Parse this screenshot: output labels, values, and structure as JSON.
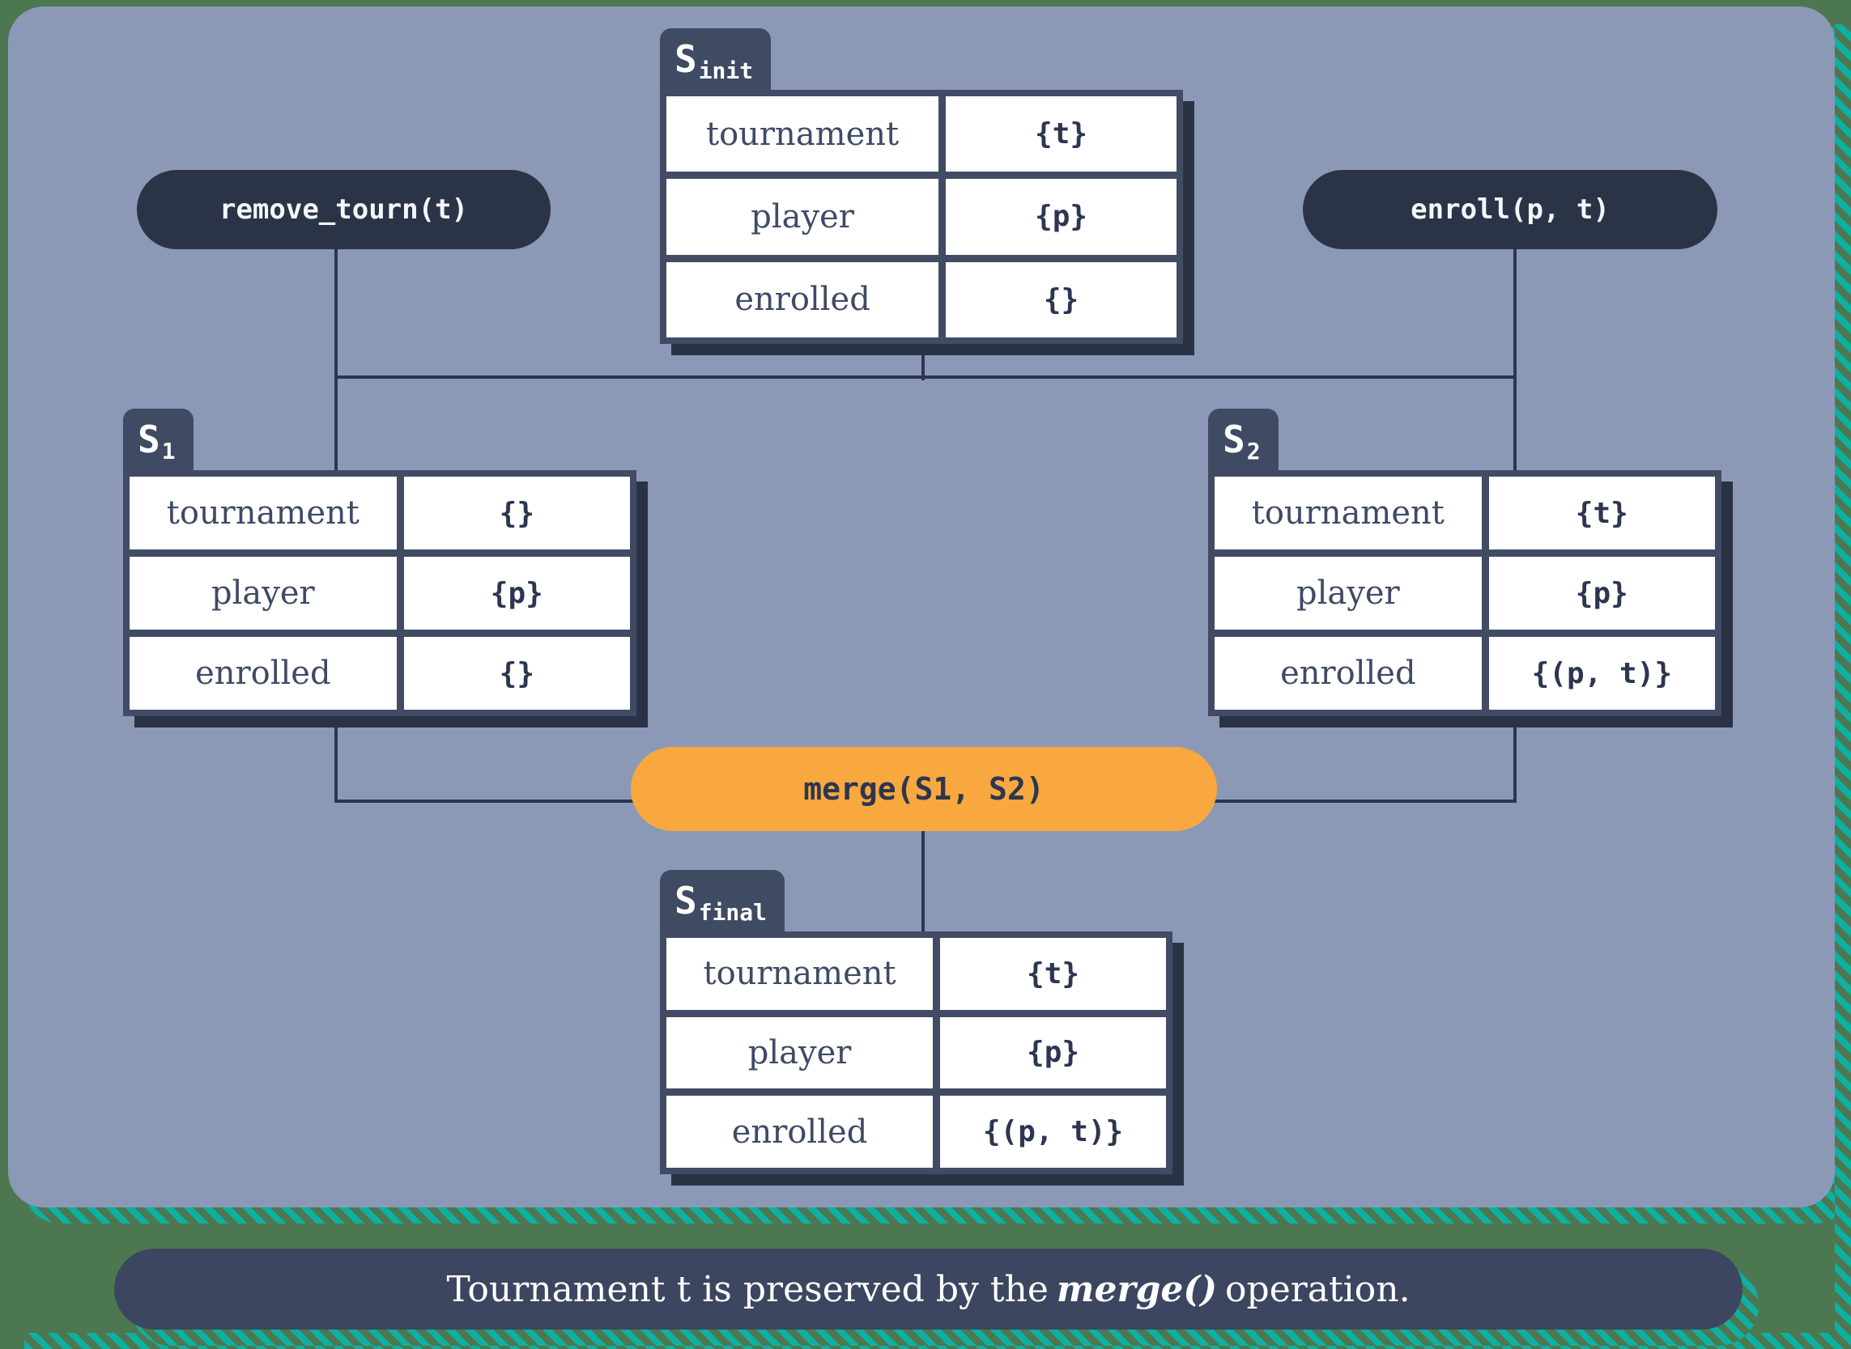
{
  "colors": {
    "backdrop_green": "#4d7751",
    "stripe_teal": "#0db1a2",
    "panel_blue_gray": "#8b99b7",
    "dark_slate": "#2b3447",
    "table_frame": "#414b64",
    "tab_slate": "#3f4a63",
    "accent_orange": "#f8a83e",
    "cell_white": "#ffffff",
    "text_dark": "#2c3650"
  },
  "operations": {
    "remove": {
      "label": "remove_tourn(t)"
    },
    "enroll": {
      "label": "enroll(p, t)"
    },
    "merge": {
      "label": "merge(S1, S2)"
    }
  },
  "states": {
    "init": {
      "name": "S",
      "sub": "init",
      "rows": [
        [
          "tournament",
          "{t}"
        ],
        [
          "player",
          "{p}"
        ],
        [
          "enrolled",
          "{}"
        ]
      ]
    },
    "s1": {
      "name": "S",
      "sub": "1",
      "rows": [
        [
          "tournament",
          "{}"
        ],
        [
          "player",
          "{p}"
        ],
        [
          "enrolled",
          "{}"
        ]
      ]
    },
    "s2": {
      "name": "S",
      "sub": "2",
      "rows": [
        [
          "tournament",
          "{t}"
        ],
        [
          "player",
          "{p}"
        ],
        [
          "enrolled",
          "{(p, t)}"
        ]
      ]
    },
    "final": {
      "name": "S",
      "sub": "final",
      "rows": [
        [
          "tournament",
          "{t}"
        ],
        [
          "player",
          "{p}"
        ],
        [
          "enrolled",
          "{(p, t)}"
        ]
      ]
    }
  },
  "caption": {
    "prefix": "Tournament t is preserved by the",
    "emphasis": "merge()",
    "suffix": "operation."
  }
}
